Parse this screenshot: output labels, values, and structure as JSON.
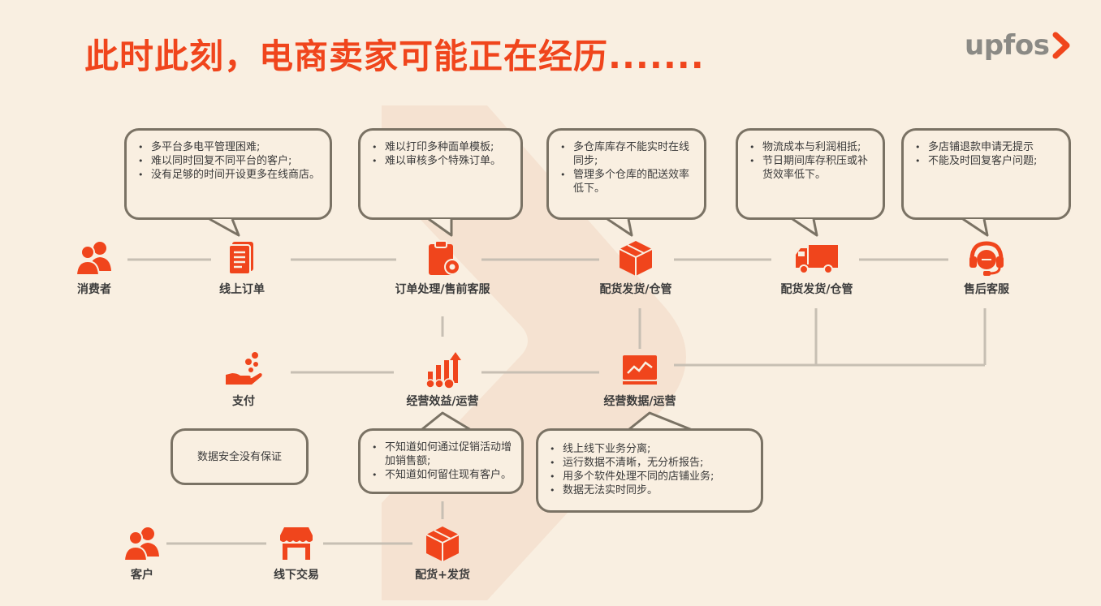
{
  "title": "此时此刻，电商卖家可能正在经历.......",
  "brand": {
    "name": "upfos",
    "logo_color": "#f0451c",
    "text_color": "#8b8a85"
  },
  "colors": {
    "accent": "#f0451c",
    "background": "#f9efe1",
    "line": "#c7bfb3",
    "bubble_border": "#7a7264"
  },
  "nodes": {
    "consumer": {
      "label": "消费者",
      "icon": "users-icon"
    },
    "online_order": {
      "label": "线上订单",
      "icon": "document-icon"
    },
    "order_processing": {
      "label": "订单处理/售前客服",
      "icon": "clipboard-gear-icon"
    },
    "distribution_warehouse_1": {
      "label": "配货发货/仓管",
      "icon": "box-icon"
    },
    "distribution_warehouse_2": {
      "label": "配货发货/仓管",
      "icon": "truck-icon"
    },
    "after_sales": {
      "label": "售后客服",
      "icon": "headset-icon"
    },
    "payment": {
      "label": "支付",
      "icon": "hand-coins-icon"
    },
    "business_benefit": {
      "label": "经营效益/运营",
      "icon": "growth-bars-icon"
    },
    "business_data": {
      "label": "经营数据/运营",
      "icon": "trend-chart-icon"
    },
    "customer": {
      "label": "客户",
      "icon": "users-icon"
    },
    "offline_trade": {
      "label": "线下交易",
      "icon": "store-icon"
    },
    "distribute_ship": {
      "label": "配货+发货",
      "icon": "box-icon"
    }
  },
  "bubbles": {
    "online_order": [
      "多平台多电平管理困难;",
      "难以同时回复不同平台的客户;",
      "没有足够的时间开设更多在线商店。"
    ],
    "order_processing": [
      "难以打印多种面单模板;",
      "难以审核多个特殊订单。"
    ],
    "warehouse": [
      "多仓库库存不能实时在线同步;",
      "管理多个仓库的配送效率低下。"
    ],
    "logistics": [
      "物流成本与利润相抵;",
      "节日期间库存积压或补货效率低下。"
    ],
    "after_sales": [
      "多店铺退款申请无提示",
      "不能及时回复客户问题;"
    ],
    "payment": "数据安全没有保证",
    "business_benefit": [
      "不知道如何通过促销活动增加销售额;",
      "不知道如何留住现有客户。"
    ],
    "business_data": [
      "线上线下业务分离;",
      "运行数据不清晰，无分析报告;",
      "用多个软件处理不同的店铺业务;",
      "数据无法实时同步。"
    ]
  }
}
